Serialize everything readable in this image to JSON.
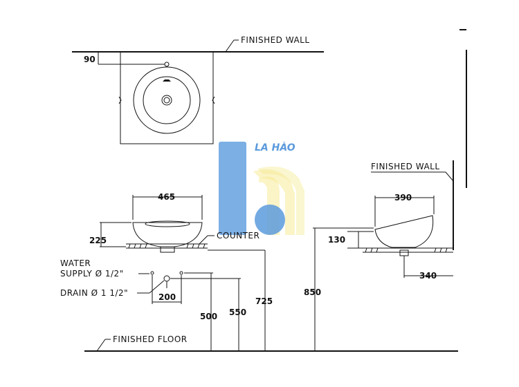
{
  "labels": {
    "finished_wall_top": "FINISHED WALL",
    "finished_wall_side": "FINISHED WALL",
    "counter": "COUNTER",
    "water_supply_line1": "WATER",
    "water_supply_line2": "SUPPLY Ø 1/2\"",
    "drain": "DRAIN Ø 1 1/2\"",
    "finished_floor": "FINISHED FLOOR"
  },
  "dimensions": {
    "top_offset": "90",
    "basin_width_front": "465",
    "basin_height_front": "225",
    "supply_spacing": "200",
    "supply_height": "500",
    "drain_height": "550",
    "counter_height": "725",
    "rim_height": "850",
    "basin_width_side": "390",
    "basin_height_side": "130",
    "drain_offset_side": "340"
  },
  "logo": {
    "text": "LA HÀO",
    "color_blue": "#4a90d9",
    "color_yellow": "#f5e88a"
  }
}
